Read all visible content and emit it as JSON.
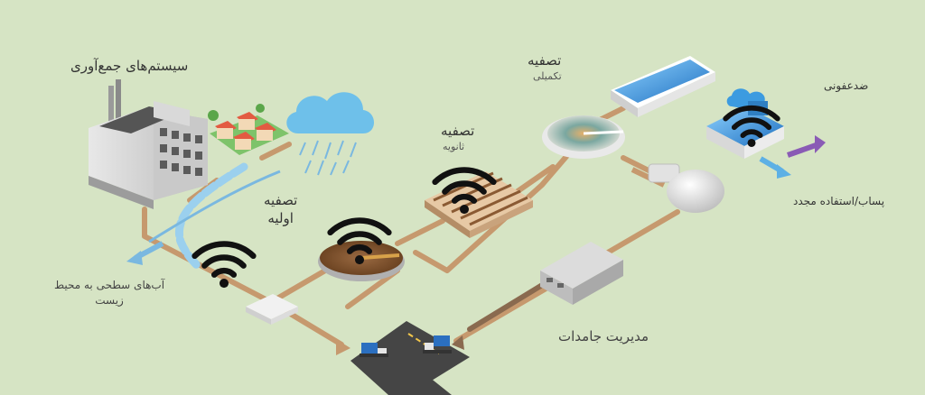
{
  "labels": {
    "collection": "سیستم‌های جمع‌آوری",
    "primary": "تصفیه\nاولیه",
    "secondary_title": "تصفیه",
    "secondary_sub": "ثانویه",
    "tertiary_title": "تصفیه",
    "tertiary_sub": "تکمیلی",
    "disinfection": "ضدعفونی",
    "reuse": "پساب/استفاده مجدد",
    "surface_water": "آب‌های سطحی به محیط\nزیست",
    "solids": "مدیریت جامدات"
  },
  "colors": {
    "background": "#d6e4c4",
    "pipe": "#c6996e",
    "pipe_dark": "#a97a50",
    "water": "#7ab8e0",
    "cloud": "#6ec0ea",
    "purple": "#8a5bb5",
    "wifi": "#111111"
  },
  "icons": [
    "factory-icon",
    "houses-icon",
    "cloud-rain-icon",
    "wifi-icon",
    "clarifier-icon",
    "filter-bed-icon",
    "membrane-panel-icon",
    "uv-disinfection-icon",
    "digester-icon",
    "dewatering-unit-icon",
    "truck-icon",
    "arrow-icon"
  ]
}
